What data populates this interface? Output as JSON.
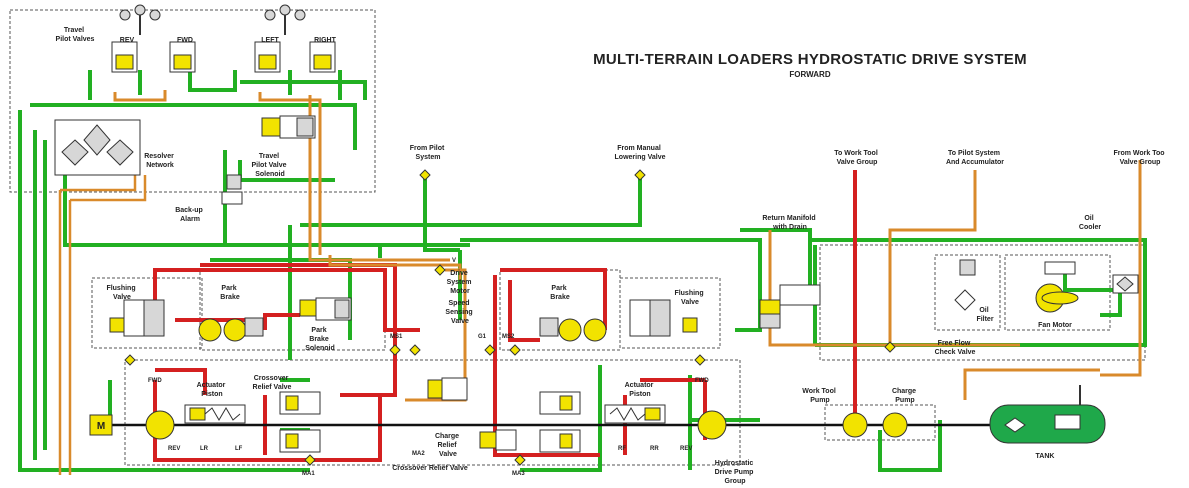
{
  "title": "MULTI-TERRAIN LOADERS HYDROSTATIC DRIVE SYSTEM",
  "subtitle": "FORWARD",
  "labels": {
    "travel_pilot_valves": [
      "Travel",
      "Pilot Valves"
    ],
    "rev": "REV",
    "fwd": "FWD",
    "left": "LEFT",
    "right": "RIGHT",
    "resolver_network": [
      "Resolver",
      "Network"
    ],
    "travel_pilot_valve_solenoid": [
      "Travel",
      "Pilot Valve",
      "Solenoid"
    ],
    "backup_alarm": [
      "Back-up",
      "Alarm"
    ],
    "from_pilot_system": [
      "From Pilot",
      "System"
    ],
    "from_manual_lowering": [
      "From Manual",
      "Lowering Valve"
    ],
    "to_work_tool_valve_group": [
      "To Work Tool",
      "Valve Group"
    ],
    "to_pilot_system": [
      "To Pilot System",
      "And Accumulator"
    ],
    "from_work_tool_valve_group": [
      "From Work Too",
      "Valve Group"
    ],
    "return_manifold": [
      "Return Manifold",
      "with Drain"
    ],
    "oil_cooler": [
      "Oil",
      "Cooler"
    ],
    "flushing_valve_left": [
      "Flushing",
      "Valve"
    ],
    "flushing_valve_right": [
      "Flushing",
      "Valve"
    ],
    "park_brake_left": [
      "Park",
      "Brake"
    ],
    "park_brake_right": [
      "Park",
      "Brake"
    ],
    "park_brake_solenoid": [
      "Park",
      "Brake",
      "Solenoid"
    ],
    "drive_system_motor": [
      "Drive",
      "System",
      "Motor"
    ],
    "speed_sensing_valve": [
      "Speed",
      "Sensing",
      "Valve"
    ],
    "oil_filter": [
      "Oil",
      "Filter"
    ],
    "fan_motor": "Fan Motor",
    "free_flow_check_valve": [
      "Free Flow",
      "Check Valve"
    ],
    "actuator_piston_left": [
      "Actuator",
      "Piston"
    ],
    "actuator_piston_right": [
      "Actuator",
      "Piston"
    ],
    "crossover_relief_valve_top": [
      "Crossover",
      "Relief Valve"
    ],
    "charge_relief_valve": [
      "Charge",
      "Relief",
      "Valve"
    ],
    "crossover_relief_valve_bottom": "Crossover Relief Valve",
    "work_tool_pump": [
      "Work Tool",
      "Pump"
    ],
    "charge_pump": [
      "Charge",
      "Pump"
    ],
    "tank": "TANK",
    "hydrostatic_drive_pump_group": [
      "Hydrostatic",
      "Drive Pump",
      "Group"
    ],
    "motor_m": "M",
    "port_fwd_left": "FWD",
    "port_fwd_right": "FWD",
    "port_rev": "REV",
    "port_lr": "LR",
    "port_lf": "LF",
    "port_rf": "RF",
    "port_rr": "RR",
    "port_rev_right": "REV",
    "port_v": "V",
    "port_ms1": "MS1",
    "port_ms2": "MS2",
    "port_g1": "G1",
    "port_ma1": "MA1",
    "port_ma2": "MA2",
    "port_ma3": "MA3"
  },
  "colors": {
    "pilot": "#22b022",
    "high_pressure": "#d42020",
    "charge": "#d98a2b",
    "tank_fill": "#1fa84a",
    "component": "#f2e300"
  }
}
